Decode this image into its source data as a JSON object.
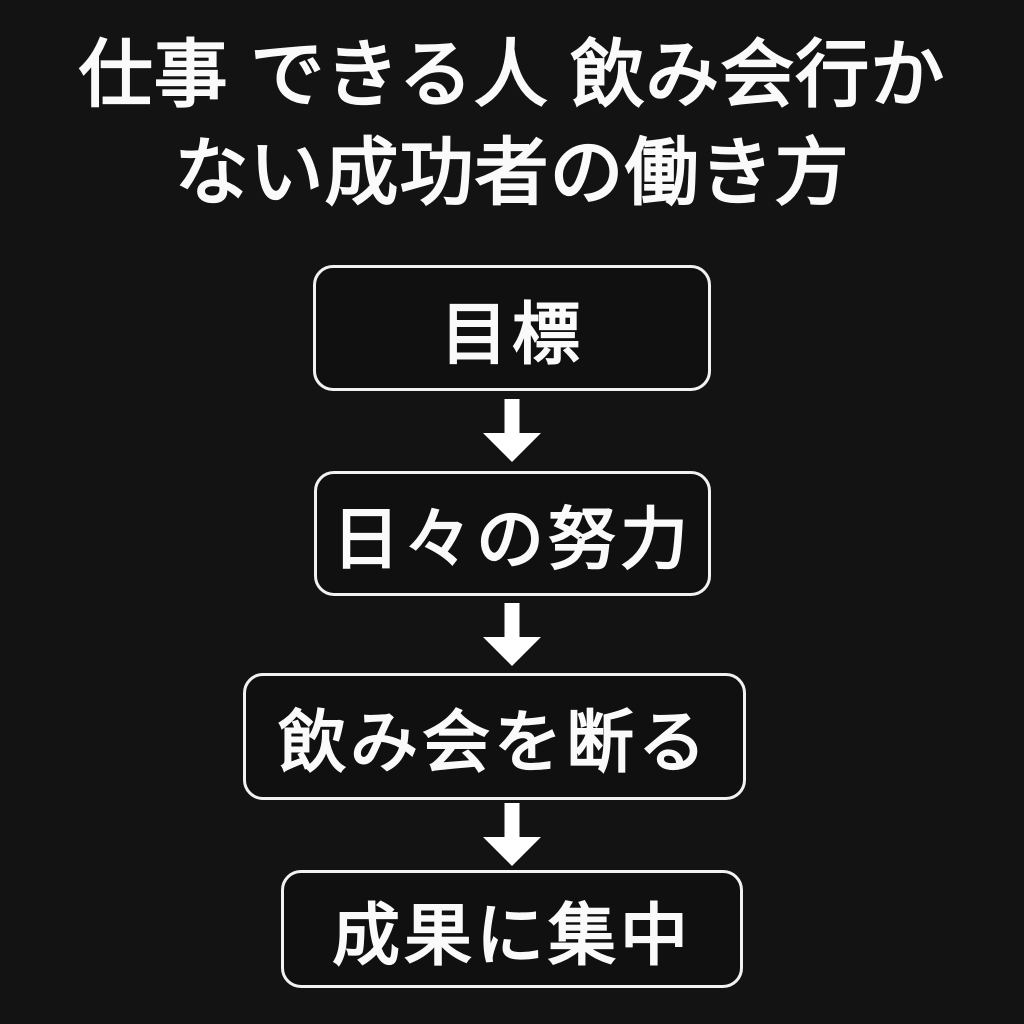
{
  "page": {
    "background_color": "#131313",
    "text_color": "#fafafa",
    "accent_color": "#ffffff"
  },
  "title": {
    "line1": "仕事 できる人 飲み会行か",
    "line2": "ない成功者の働き方"
  },
  "flow": {
    "steps": [
      {
        "label": "目標"
      },
      {
        "label": "日々の努力"
      },
      {
        "label": "飲み会を断る"
      },
      {
        "label": "成果に集中"
      }
    ],
    "connector": "down-arrow"
  }
}
